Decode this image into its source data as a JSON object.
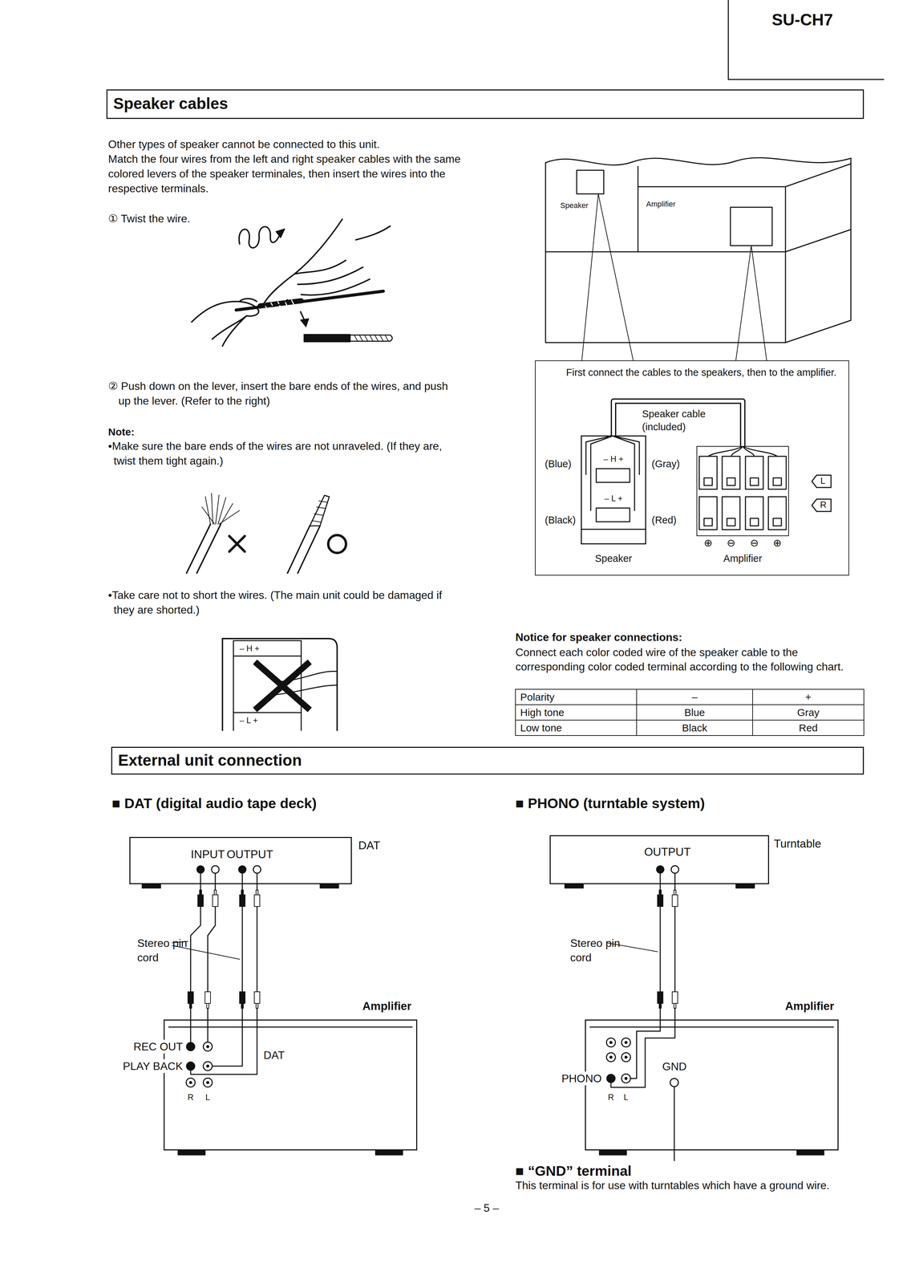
{
  "diagram": {
    "nodes": [
      {
        "text": [
          "Speaker cables"
        ]
      },
      {
        "text": [
          "First connect the cables to the speakers, then to the amplifier."
        ]
      },
      {
        "text": [
          "Speaker",
          "– H +",
          "– L +"
        ],
        "in": 1
      },
      {
        "text": [
          "Amplifier"
        ],
        "in": 1
      },
      {
        "text": [
          "External unit connection"
        ]
      },
      {
        "text": [
          "DAT",
          "INPUT",
          "OUTPUT"
        ]
      },
      {
        "text": [
          "Amplifier",
          "REC OUT",
          "PLAY BACK",
          "DAT",
          "R",
          "L"
        ]
      },
      {
        "text": [
          "Turntable",
          "OUTPUT"
        ]
      },
      {
        "text": [
          "Amplifier",
          "PHONO",
          "GND",
          "R",
          "L"
        ]
      }
    ],
    "edges": [
      {
        "from": 2,
        "to": 3,
        "arrow": "none"
      },
      {
        "from": 5,
        "to": 6,
        "arrow": "none"
      },
      {
        "from": 5,
        "to": 6,
        "arrow": "none"
      },
      {
        "from": 7,
        "to": 8,
        "arrow": "none"
      }
    ],
    "labels": [
      "SU-CH7",
      "Other types of speaker cannot be connected to this unit.",
      "Match the four wires from the left and right speaker cables with the same colored levers of the speaker terminales, then insert the wires into the respective terminals.",
      "① Twist the wire.",
      "② Push down on the lever, insert the bare ends of the wires, and push up the lever. (Refer to the right)",
      "Note:",
      "•Make sure the bare ends of the wires are not unraveled. (If they are, twist them tight again.)",
      "•Take care not to short the wires. (The main unit could be damaged if they are shorted.)",
      "– H +",
      "– L +",
      "Speaker",
      "Amplifier",
      "Speaker cable (included)",
      "(Blue)",
      "(Gray)",
      "(Black)",
      "(Red)",
      "L",
      "R",
      "⊕",
      "⊖",
      "⊖",
      "⊕",
      "Notice for speaker connections:",
      "Connect each color coded wire of the speaker cable to the corresponding color coded terminal according to the following chart.",
      "Polarity",
      "–",
      "+",
      "High tone",
      "Blue",
      "Gray",
      "Low tone",
      "Black",
      "Red",
      "■ DAT (digital audio tape deck)",
      "Stereo pin cord",
      "■ PHONO (turntable system)",
      "Stereo pin cord",
      "■ “GND” terminal",
      "This terminal is for use with turntables which have a ground wire.",
      "– 5 –"
    ]
  }
}
